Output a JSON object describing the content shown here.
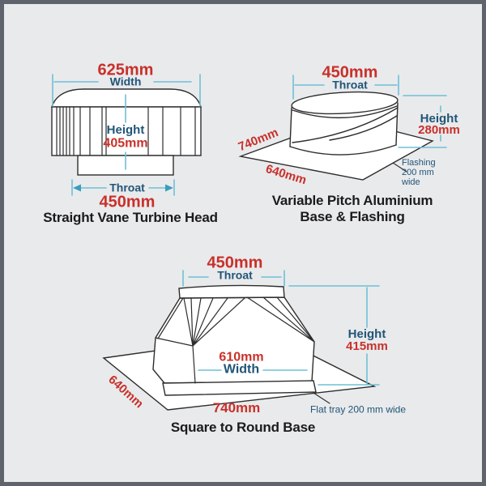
{
  "colors": {
    "accent_red": "#c9302a",
    "label_navy": "#215577",
    "dimension_teal": "#6fc0d6",
    "line_dark": "#2d2d2d",
    "background": "#e9eaec",
    "frame": "#5f636c"
  },
  "panels": {
    "turbine_head": {
      "title": "Straight Vane Turbine Head",
      "width": {
        "value": "625mm",
        "label": "Width"
      },
      "height": {
        "label": "Height",
        "value": "405mm"
      },
      "throat": {
        "label": "Throat",
        "value": "450mm"
      }
    },
    "base_flashing": {
      "title_line1": "Variable Pitch Aluminium",
      "title_line2": "Base & Flashing",
      "throat": {
        "value": "450mm",
        "label": "Throat"
      },
      "height": {
        "label": "Height",
        "value": "280mm"
      },
      "left_dim": "740mm",
      "bottom_dim": "640mm",
      "flashing_note": "Flashing\n200 mm\nwide"
    },
    "square_round_base": {
      "title": "Square to Round Base",
      "throat": {
        "value": "450mm",
        "label": "Throat"
      },
      "height": {
        "label": "Height",
        "value": "415mm"
      },
      "width": {
        "value": "610mm",
        "label": "Width"
      },
      "left_dim": "640mm",
      "bottom_dim": "740mm",
      "tray_note": "Flat tray 200 mm wide"
    }
  }
}
